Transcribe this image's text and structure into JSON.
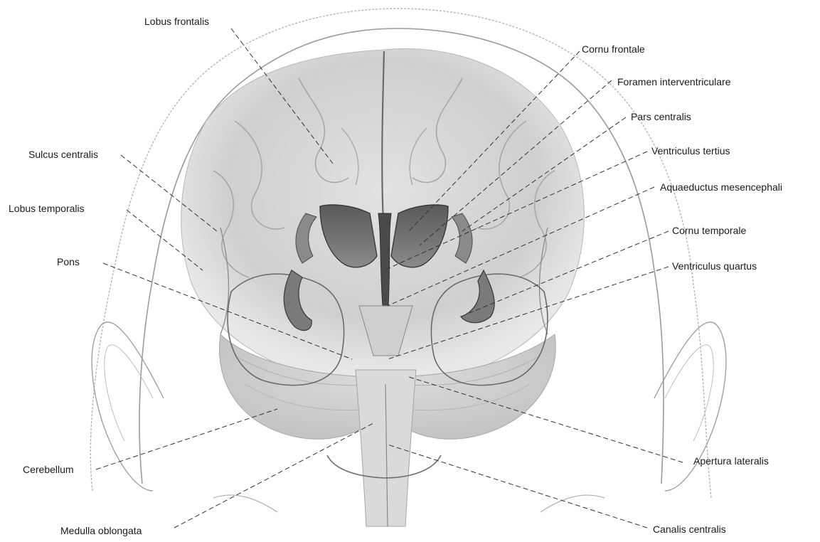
{
  "labels": {
    "lobus_frontalis": "Lobus frontalis",
    "cornu_frontale": "Cornu frontale",
    "foramen_interventriculare": "Foramen interventriculare",
    "pars_centralis": "Pars centralis",
    "ventriculus_tertius": "Ventriculus tertius",
    "aquaeductus_mesencephali": "Aquaeductus mesencephali",
    "cornu_temporale": "Cornu temporale",
    "ventriculus_quartus": "Ventriculus quartus",
    "sulcus_centralis": "Sulcus centralis",
    "lobus_temporalis": "Lobus temporalis",
    "pons": "Pons",
    "cerebellum": "Cerebellum",
    "medulla_oblongata": "Medulla oblongata",
    "apertura_lateralis": "Apertura lateralis",
    "canalis_centralis": "Canalis centralis"
  },
  "colors": {
    "background": "#ffffff",
    "brain_fill": "#d6d6d6",
    "ventricle_fill": "#6e6e6e",
    "outline": "#555555",
    "leader_line": "#333333",
    "label_text": "#1a1a1a"
  }
}
